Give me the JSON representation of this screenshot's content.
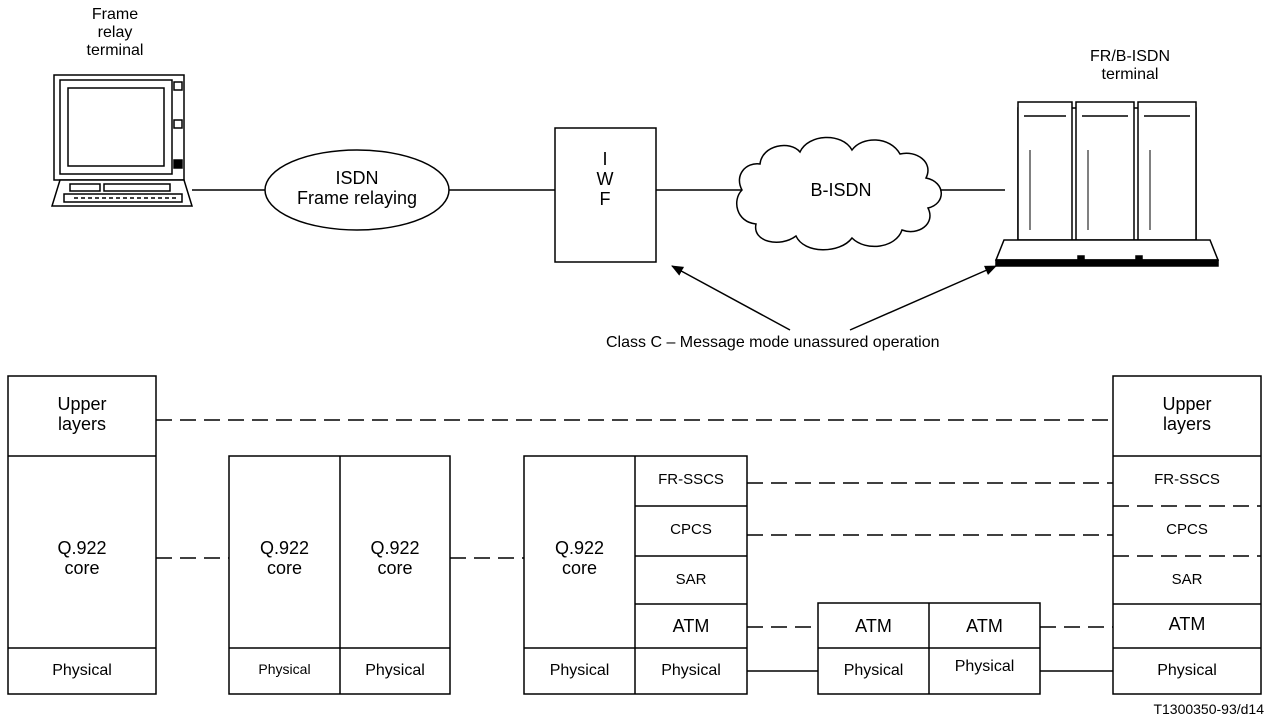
{
  "top": {
    "fr_terminal_label": "Frame\nrelay\nterminal",
    "isdn_label": "ISDN\nFrame relaying",
    "iwf_label": "I\nW\nF",
    "bisdn_label": "B-ISDN",
    "frb_terminal_label": "FR/B-ISDN\nterminal",
    "class_label": "Class C – Message mode unassured operation"
  },
  "stack": {
    "upper_layers": "Upper\nlayers",
    "q922_core": "Q.922\ncore",
    "physical": "Physical",
    "fr_sscs": "FR-SSCS",
    "cpcs": "CPCS",
    "sar": "SAR",
    "atm": "ATM"
  },
  "figure_id": "T1300350-93/d14"
}
